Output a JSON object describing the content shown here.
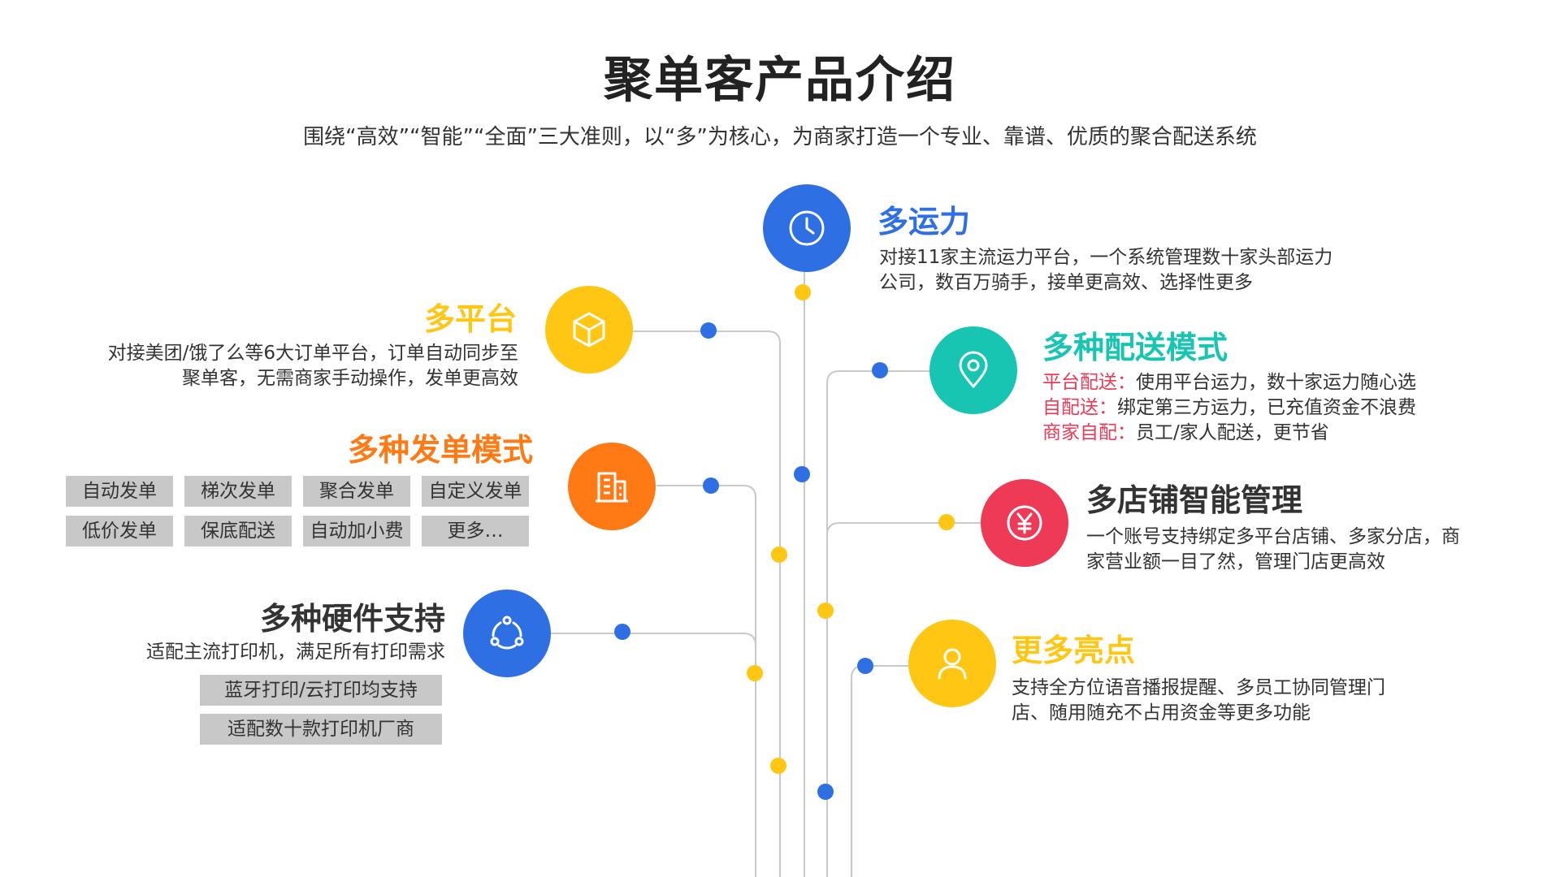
{
  "header": {
    "title": "聚单客产品介绍",
    "subtitle": "围绕“高效”“智能”“全面”三大准则，以“多”为核心，为商家打造一个专业、靠谱、优质的聚合配送系统"
  },
  "colors": {
    "blue": "#2f6fe4",
    "yellow": "#ffc713",
    "orange": "#ff7a14",
    "teal": "#18c5b2",
    "red": "#ee3a56",
    "line": "#c9c9c9",
    "tag_bg": "#c8c8c8"
  },
  "features": {
    "capacity": {
      "title": "多运力",
      "icon": "clock-icon",
      "lines": [
        "对接11家主流运力平台，一个系统管理数十家头部运力",
        "公司，数百万骑手，接单更高效、选择性更多"
      ]
    },
    "platform": {
      "title": "多平台",
      "icon": "cube-icon",
      "lines": [
        "对接美团/饿了么等6大订单平台，订单自动同步至",
        "聚单客，无需商家手动操作，发单更高效"
      ]
    },
    "delivery": {
      "title": "多种配送模式",
      "icon": "location-pin-icon",
      "items": [
        {
          "label": "平台配送：",
          "text": "使用平台运力，数十家运力随心选"
        },
        {
          "label": "自配送：",
          "text": "绑定第三方运力，已充值资金不浪费"
        },
        {
          "label": "商家自配：",
          "text": "员工/家人配送，更节省"
        }
      ]
    },
    "dispatch": {
      "title": "多种发单模式",
      "icon": "building-icon",
      "tags": [
        "自动发单",
        "梯次发单",
        "聚合发单",
        "自定义发单",
        "低价发单",
        "保底配送",
        "自动加小费",
        "更多…"
      ]
    },
    "stores": {
      "title": "多店铺智能管理",
      "icon": "yen-coin-icon",
      "lines": [
        "一个账号支持绑定多平台店铺、多家分店，商",
        "家营业额一目了然，管理门店更高效"
      ]
    },
    "hardware": {
      "title": "多种硬件支持",
      "icon": "share-cycle-icon",
      "desc": "适配主流打印机，满足所有打印需求",
      "tags": [
        "蓝牙打印/云打印均支持",
        "适配数十款打印机厂商"
      ]
    },
    "more": {
      "title": "更多亮点",
      "icon": "user-icon",
      "lines": [
        "支持全方位语音播报提醒、多员工协同管理门",
        "店、随用随充不占用资金等更多功能"
      ]
    }
  }
}
